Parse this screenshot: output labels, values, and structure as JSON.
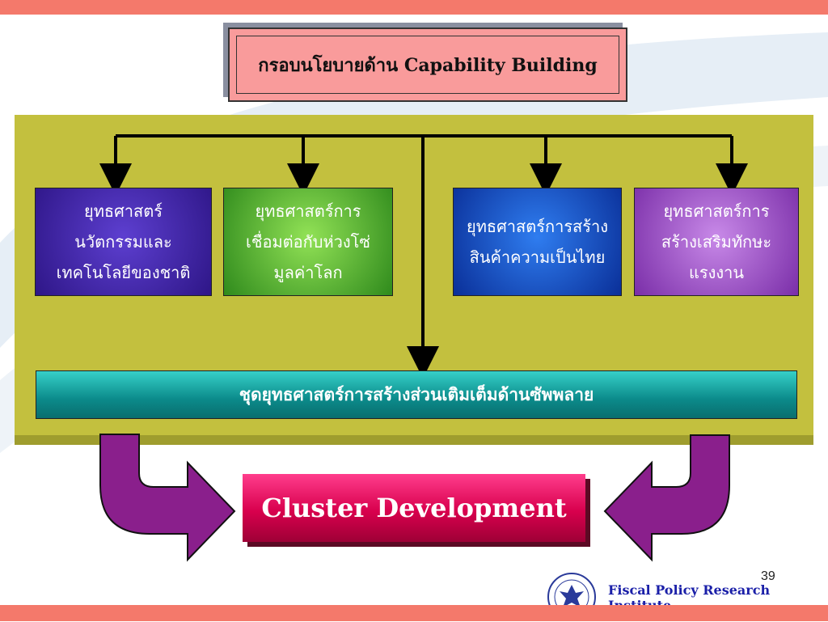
{
  "title": "กรอบนโยบายด้าน Capability Building",
  "strategies": [
    {
      "label": "ยุทธศาสตร์\nนวัตกรรมและ\nเทคโนโลยีของชาติ",
      "color": "#3b22a6"
    },
    {
      "label": "ยุทธศาสตร์การ\nเชื่อมต่อกับห่วงโซ่\nมูลค่าโลก",
      "color": "#4aad2c"
    },
    {
      "label": "ยุทธศาสตร์การสร้าง\nสินค้าความเป็นไทย",
      "color": "#1248c4"
    },
    {
      "label": "ยุทธศาสตร์การ\nสร้างเสริมทักษะ\nแรงงาน",
      "color": "#9a4cc6"
    }
  ],
  "support_strategy": "ชุดยุทธศาสตร์การสร้างส่วนเติมเต็มด้านซัพพลาย",
  "outcome": "Cluster Development",
  "page_number": "39",
  "footer": "Fiscal Policy Research Institute",
  "colors": {
    "band": "#f4796b",
    "panel": "#c3c03e",
    "outcome": "#d8004d",
    "arrow": "#8a1f8c",
    "title_box": "#f99b9b"
  }
}
